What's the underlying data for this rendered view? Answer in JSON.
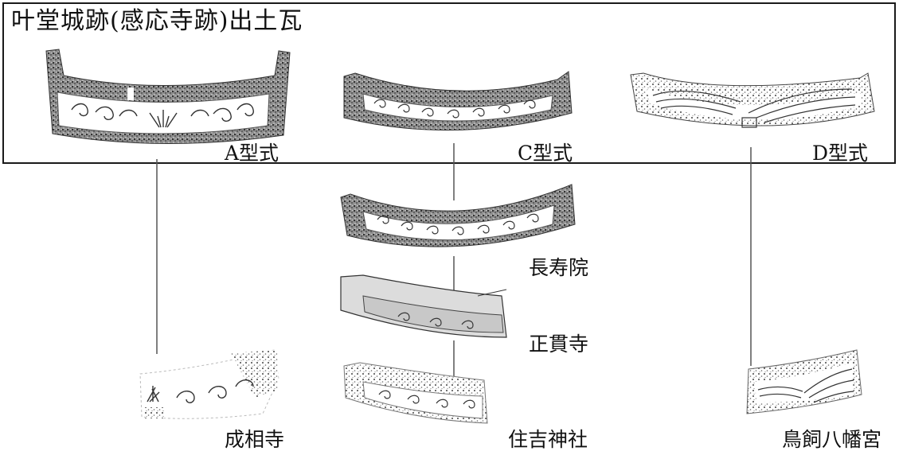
{
  "title": "叶堂城跡(感応寺跡)出土瓦",
  "types": {
    "a": "A型式",
    "c": "C型式",
    "d": "D型式"
  },
  "sites": {
    "chojuin": "長寿院",
    "shokiji": "正貫寺",
    "sumiyoshi": "住吉神社",
    "joshoji": "成相寺",
    "hachimangu": "鳥飼八幡宮"
  },
  "colors": {
    "line": "#555555",
    "frame": "#1a1a1a",
    "stipple": "#3a3a3a"
  }
}
